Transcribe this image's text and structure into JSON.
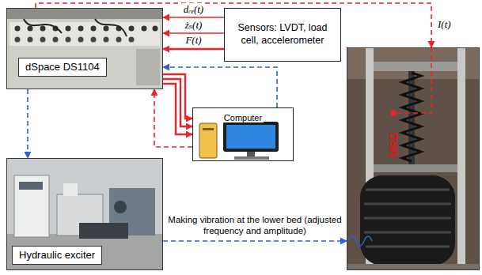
{
  "diagram": {
    "nodes": [
      {
        "text": [
          "dSpace DS1104"
        ]
      },
      {
        "text": [
          "Sensors: LVDT, load cell, accelerometer"
        ]
      },
      {
        "text": [
          "Computer"
        ]
      },
      {
        "text": [
          "Hydraulic exciter"
        ]
      },
      {
        "text": [
          "MRD"
        ]
      }
    ],
    "edges": [
      {
        "from": 1,
        "to": 0,
        "label": "dᵣₑ(t)",
        "arrow": "to"
      },
      {
        "from": 1,
        "to": 0,
        "label": "żₛ(t)",
        "arrow": "to"
      },
      {
        "from": 1,
        "to": 0,
        "label": "F(t)",
        "arrow": "to"
      },
      {
        "from": 0,
        "to": 2,
        "arrow": "to"
      },
      {
        "from": 2,
        "to": 0,
        "arrow": "to"
      },
      {
        "from": 2,
        "to": 0,
        "arrow": "to"
      },
      {
        "from": 0,
        "to": 3,
        "arrow": "to"
      },
      {
        "from": 3,
        "to": 4,
        "label": "Making vibration at the lower bed (adjusted frequency and amplitude)",
        "arrow": "to"
      },
      {
        "from": 0,
        "to": 4,
        "label": "I(t)",
        "arrow": "to"
      }
    ]
  }
}
